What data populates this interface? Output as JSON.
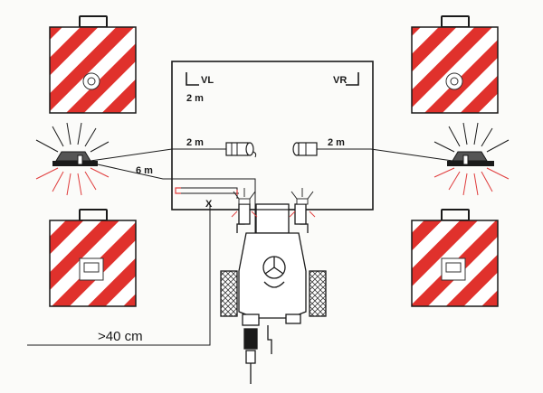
{
  "labels": {
    "front_left": "VL",
    "front_right": "VR",
    "front_distance": "2 m",
    "left_cable": "2 m",
    "right_cable": "2 m",
    "long_cable": "6 m",
    "cross_mark": "X",
    "min_clearance": ">40 cm"
  },
  "colors": {
    "stripe_red": "#e0312c",
    "beacon_red": "#e03c3c",
    "ink": "#1a1a1a"
  },
  "icons": {
    "warning_panel": "red-white-diagonal-stripes",
    "beacon": "rotating-warning-light",
    "camera": "camera-plug-icon",
    "tractor": "tractor-top-view"
  }
}
